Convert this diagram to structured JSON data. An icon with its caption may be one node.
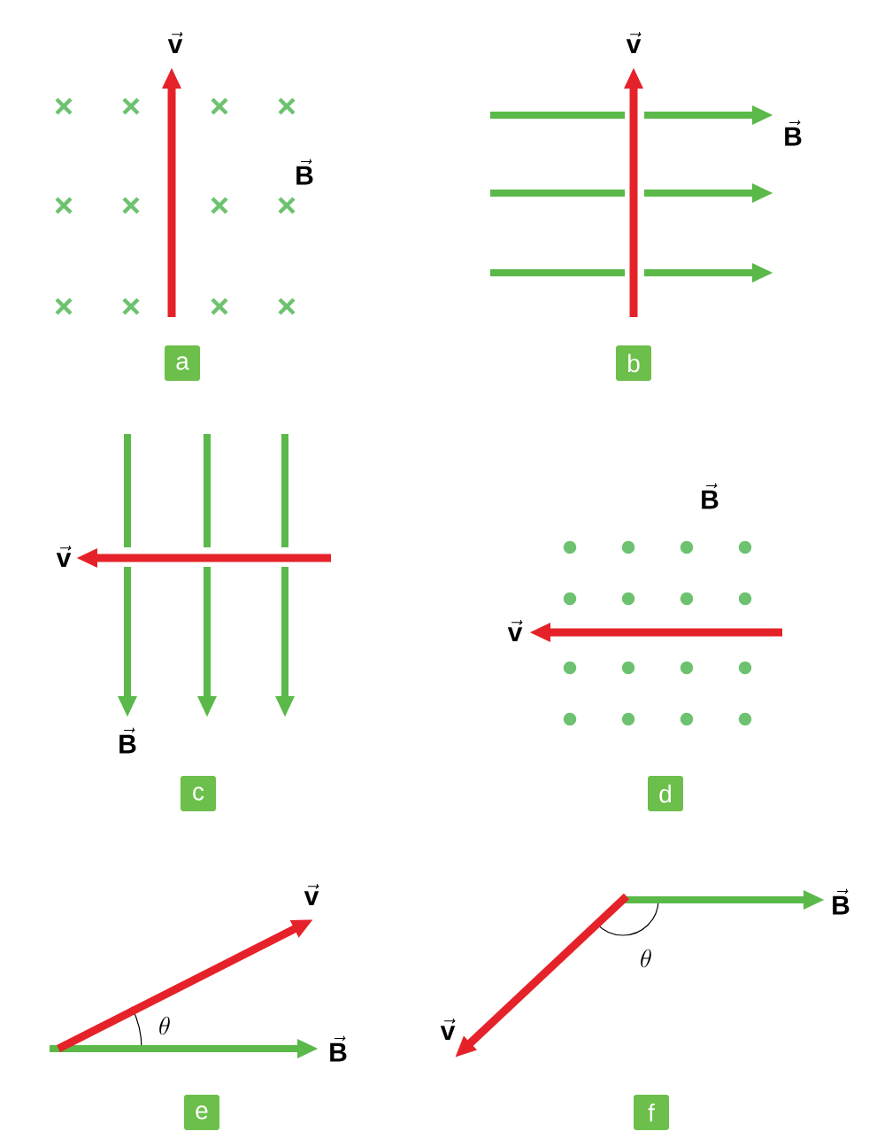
{
  "diagram": {
    "labels": [
      "\\vec{\\mathbf{v}}",
      "\\vec{\\mathbf{B}}",
      "a",
      "\\vec{\\mathbf{v}}",
      "\\vec{\\mathbf{B}}",
      "b",
      "\\vec{\\mathbf{v}}",
      "\\vec{\\mathbf{B}}",
      "c",
      "\\vec{\\mathbf{B}}",
      "\\vec{\\mathbf{v}}",
      "d",
      "\\vec{\\mathbf{v}}",
      "\\theta",
      "\\vec{\\mathbf{B}}",
      "e",
      "\\vec{\\mathbf{v}}",
      "\\vec{\\mathbf{B}}",
      "\\theta",
      "f"
    ]
  }
}
